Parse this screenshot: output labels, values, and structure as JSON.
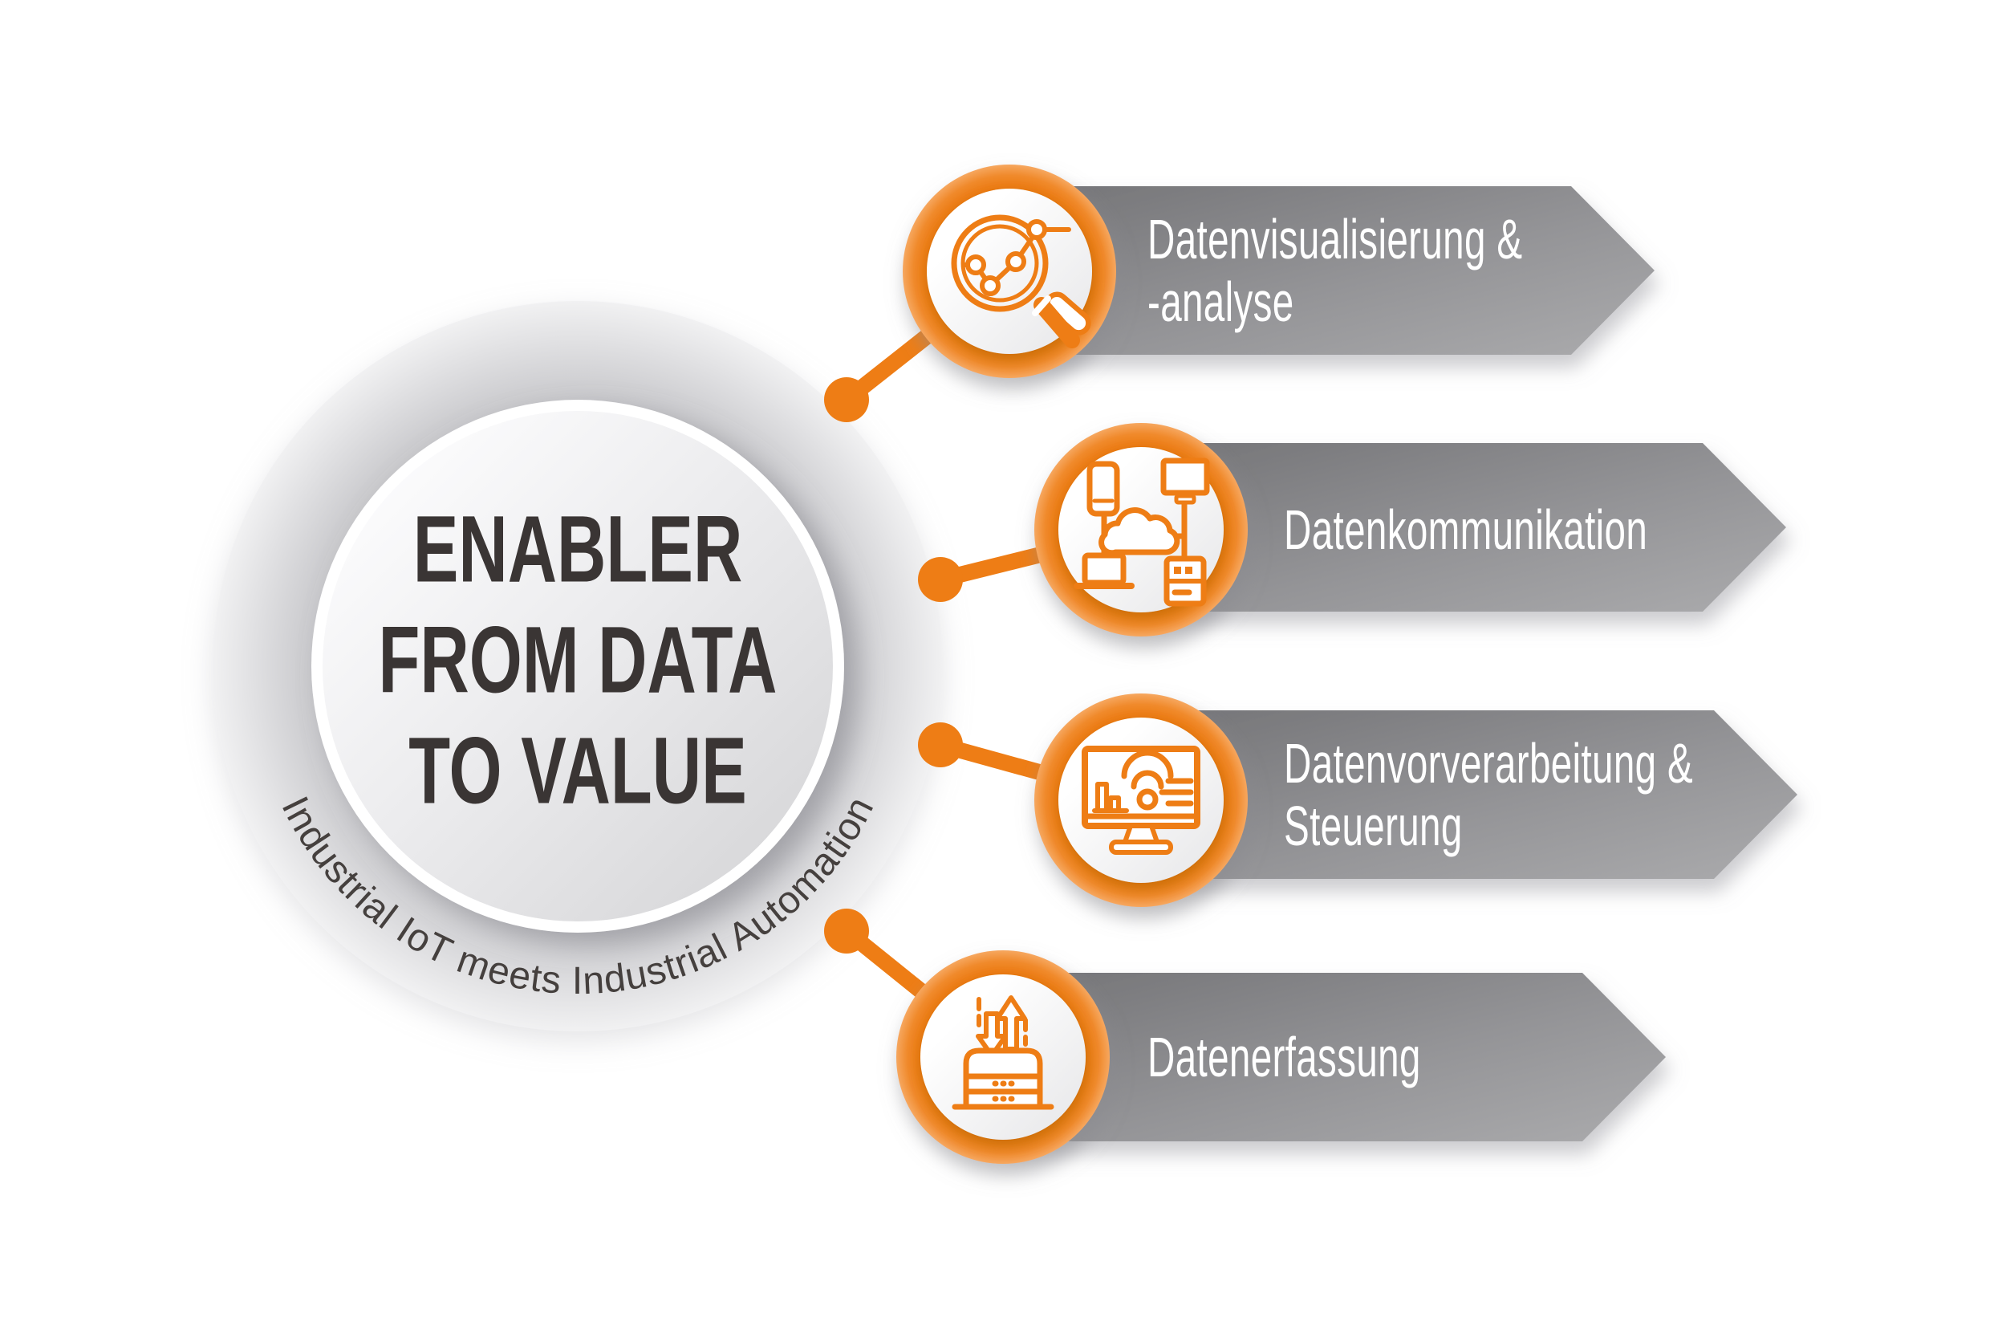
{
  "infographic": {
    "title_lines": [
      "ENABLER",
      "FROM DATA",
      "TO VALUE"
    ],
    "ring_caption": "Industrial IoT meets Industrial Automation"
  },
  "items": [
    {
      "icon": "magnifier-chart-icon",
      "label_lines": [
        "Datenvisualisierung &",
        "-analyse"
      ]
    },
    {
      "icon": "cloud-network-icon",
      "label_lines": [
        "Datenkommunikation",
        ""
      ]
    },
    {
      "icon": "monitor-wifi-icon",
      "label_lines": [
        "Datenvorverarbeitung &",
        "Steuerung"
      ]
    },
    {
      "icon": "database-arrows-icon",
      "label_lines": [
        "Datenerfassung",
        ""
      ]
    }
  ],
  "colors": {
    "accent_orange": "#EE7D15",
    "banner_gray": "#8F8F92",
    "ring_gray": "#D9D9DB",
    "title_text": "#3A3534",
    "caption_text": "#45403E",
    "banner_text": "#FFFFFF",
    "background": "#FFFFFF"
  }
}
